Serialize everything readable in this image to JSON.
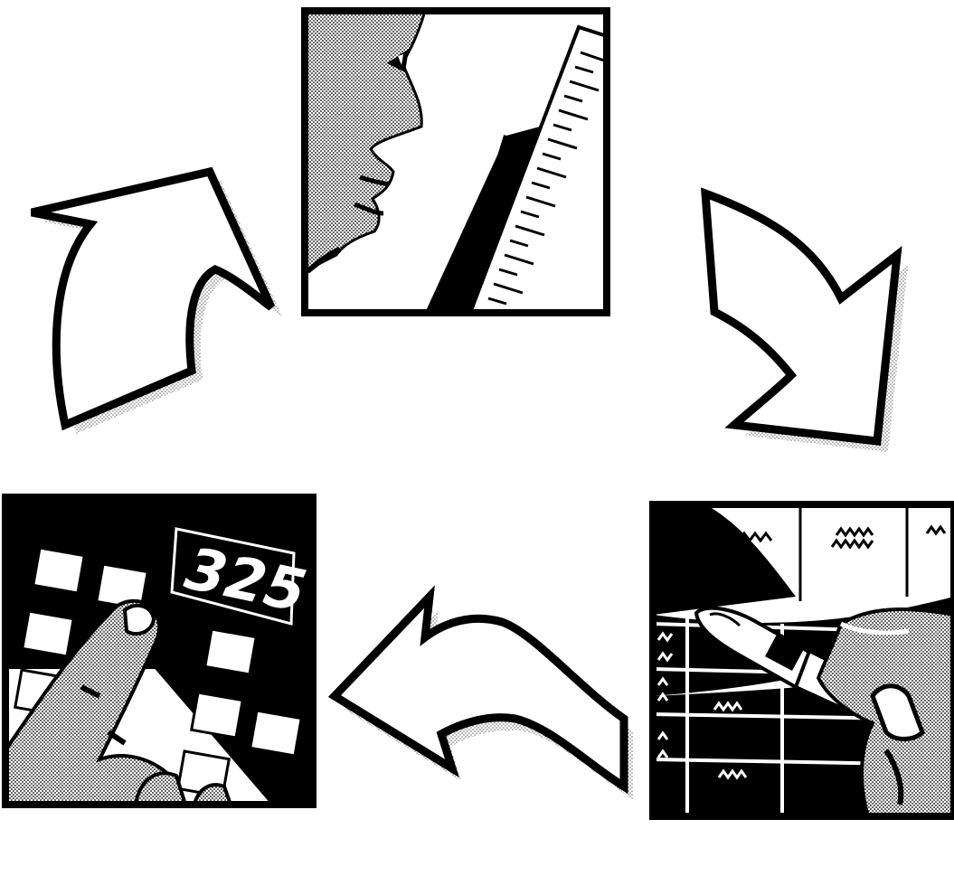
{
  "diagram": {
    "type": "cycle",
    "direction": "clockwise",
    "nodes": [
      {
        "id": "measure",
        "icon": "face-and-ruler-icon",
        "position_word": "top"
      },
      {
        "id": "record",
        "icon": "pen-on-table-icon",
        "position_word": "bottom-right"
      },
      {
        "id": "calculate",
        "icon": "calculator-icon",
        "position_word": "bottom-left"
      }
    ],
    "arrows": [
      {
        "from": "measure",
        "to": "record",
        "icon": "curved-arrow-down-right-icon"
      },
      {
        "from": "record",
        "to": "calculate",
        "icon": "curved-arrow-left-icon"
      },
      {
        "from": "calculate",
        "to": "measure",
        "icon": "curved-arrow-up-right-icon"
      }
    ]
  },
  "calculator_display": "325",
  "colors": {
    "ink": "#000000",
    "paper": "#ffffff",
    "halftone": "#8a8a8a"
  }
}
